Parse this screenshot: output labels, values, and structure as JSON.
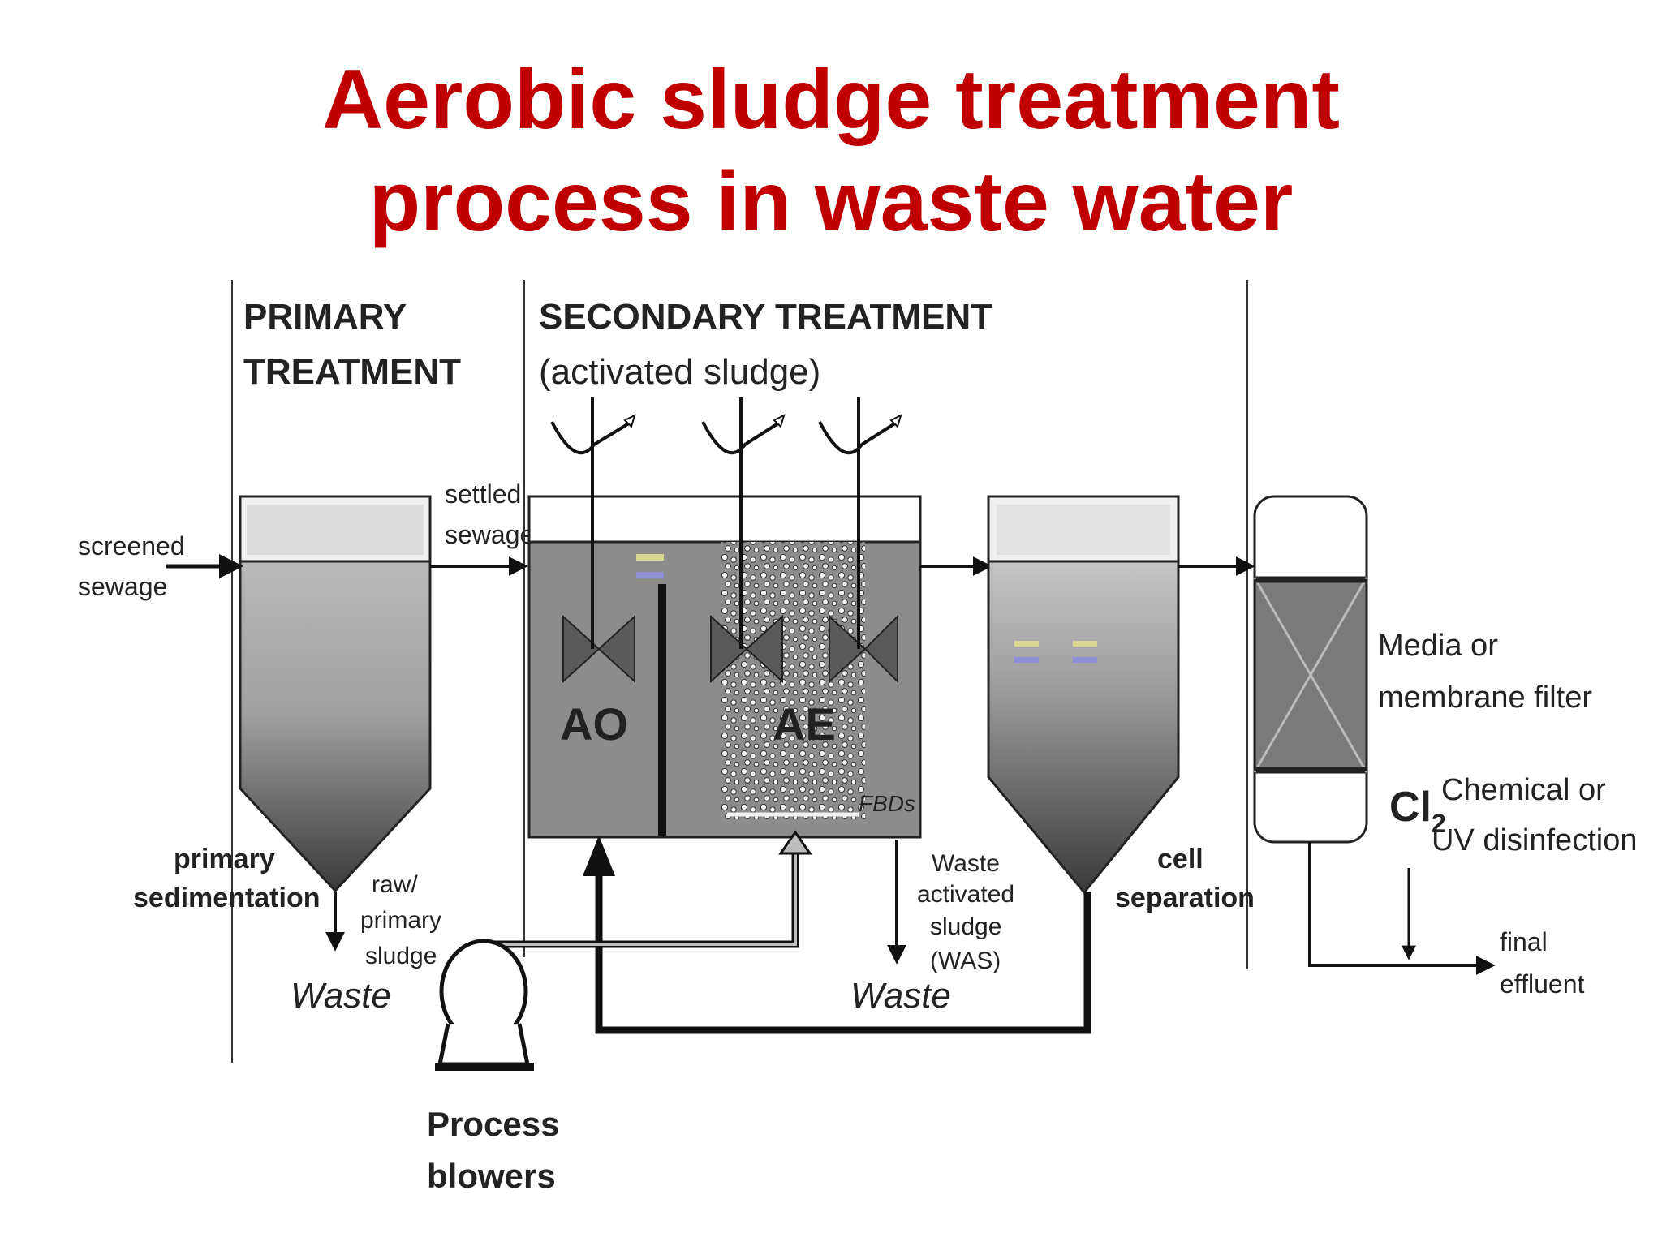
{
  "title": {
    "line1": "Aerobic sludge treatment",
    "line2": "process in waste water"
  },
  "sections": {
    "primary_line1": "PRIMARY",
    "primary_line2": "TREATMENT",
    "secondary_line1": "SECONDARY TREATMENT",
    "secondary_line2": "(activated sludge)"
  },
  "labels": {
    "screened_1": "screened",
    "screened_2": "sewage",
    "settled_1": "settled",
    "settled_2": "sewage",
    "ao": "AO",
    "ae": "AE",
    "fbds": "FBDs",
    "primary_sed_1": "primary",
    "primary_sed_2": "sedimentation",
    "raw_1": "raw/",
    "raw_2": "primary",
    "raw_3": "sludge",
    "waste_left": "Waste",
    "was_1": "Waste",
    "was_2": "activated",
    "was_3": "sludge",
    "was_4": "(WAS)",
    "waste_mid": "Waste",
    "cell_1": "cell",
    "cell_2": "separation",
    "filter_1": "Media or",
    "filter_2": "membrane filter",
    "cl2": "Cl",
    "cl2_sub": "2",
    "disinf_1": "Chemical or",
    "disinf_2": "UV disinfection",
    "final_1": "final",
    "final_2": "effluent",
    "blowers_1": "Process",
    "blowers_2": "blowers"
  }
}
